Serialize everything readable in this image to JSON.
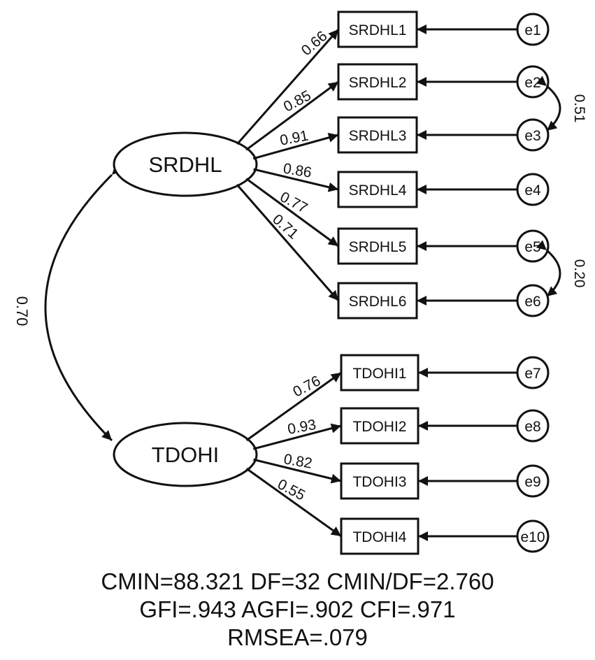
{
  "latent": [
    {
      "id": "SRDHL",
      "label": "SRDHL"
    },
    {
      "id": "TDOHI",
      "label": "TDOHI"
    }
  ],
  "indicators": [
    {
      "label": "SRDHL1",
      "factor": "SRDHL",
      "loading": "0.66",
      "error": "e1"
    },
    {
      "label": "SRDHL2",
      "factor": "SRDHL",
      "loading": "0.85",
      "error": "e2"
    },
    {
      "label": "SRDHL3",
      "factor": "SRDHL",
      "loading": "0.91",
      "error": "e3"
    },
    {
      "label": "SRDHL4",
      "factor": "SRDHL",
      "loading": "0.86",
      "error": "e4"
    },
    {
      "label": "SRDHL5",
      "factor": "SRDHL",
      "loading": "0.77",
      "error": "e5"
    },
    {
      "label": "SRDHL6",
      "factor": "SRDHL",
      "loading": "0.71",
      "error": "e6"
    },
    {
      "label": "TDOHI1",
      "factor": "TDOHI",
      "loading": "0.76",
      "error": "e7"
    },
    {
      "label": "TDOHI2",
      "factor": "TDOHI",
      "loading": "0.93",
      "error": "e8"
    },
    {
      "label": "TDOHI3",
      "factor": "TDOHI",
      "loading": "0.82",
      "error": "e9"
    },
    {
      "label": "TDOHI4",
      "factor": "TDOHI",
      "loading": "0.55",
      "error": "e10"
    }
  ],
  "factor_correlation": "0.70",
  "error_covariances": [
    {
      "from": "e2",
      "to": "e3",
      "value": "0.51"
    },
    {
      "from": "e5",
      "to": "e6",
      "value": "0.20"
    }
  ],
  "fit": {
    "line1": "CMIN=88.321 DF=32 CMIN/DF=2.760",
    "line2": "GFI=.943 AGFI=.902 CFI=.971",
    "line3": "RMSEA=.079"
  }
}
